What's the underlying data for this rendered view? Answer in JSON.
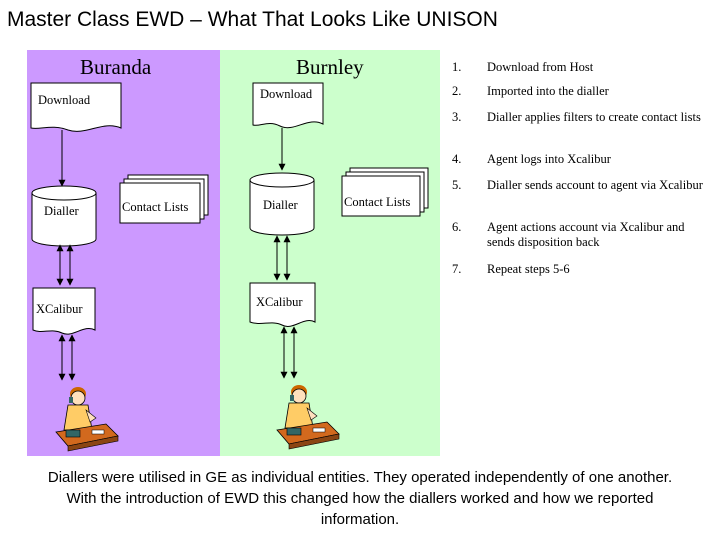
{
  "title": "Master Class EWD – What That Looks Like UNISON",
  "sites": [
    {
      "name": "Buranda",
      "download_label": "Download",
      "dialler_label": "Dialler",
      "contact_lists_label": "Contact Lists",
      "xcalibur_label": "XCalibur"
    },
    {
      "name": "Burnley",
      "download_label": "Download",
      "dialler_label": "Dialler",
      "contact_lists_label": "Contact Lists",
      "xcalibur_label": "XCalibur"
    }
  ],
  "steps": [
    {
      "num": "1.",
      "text": "Download from Host"
    },
    {
      "num": "2.",
      "text": "Imported into the dialler"
    },
    {
      "num": "3.",
      "text": "Dialler applies filters to create contact lists"
    },
    {
      "num": "4.",
      "text": "Agent logs into Xcalibur"
    },
    {
      "num": "5.",
      "text": "Dialler sends account to agent via Xcalibur"
    },
    {
      "num": "6.",
      "text": "Agent actions account via Xcalibur and sends disposition back"
    },
    {
      "num": "7.",
      "text": "Repeat steps 5-6"
    }
  ],
  "footer": {
    "line1": "Diallers were utilised in GE as individual entities. They operated independently of one another.",
    "line2": "With the introduction of EWD this changed how the diallers worked and how we reported",
    "line3": "information."
  },
  "colors": {
    "buranda_panel": "#cc99ff",
    "burnley_panel": "#ccffcc",
    "desk": "#d2691e",
    "agent_shirt": "#ffcc66",
    "agent_hair": "#cc6600",
    "phone": "#336666"
  },
  "icons": [
    "agent-at-desk-icon"
  ]
}
